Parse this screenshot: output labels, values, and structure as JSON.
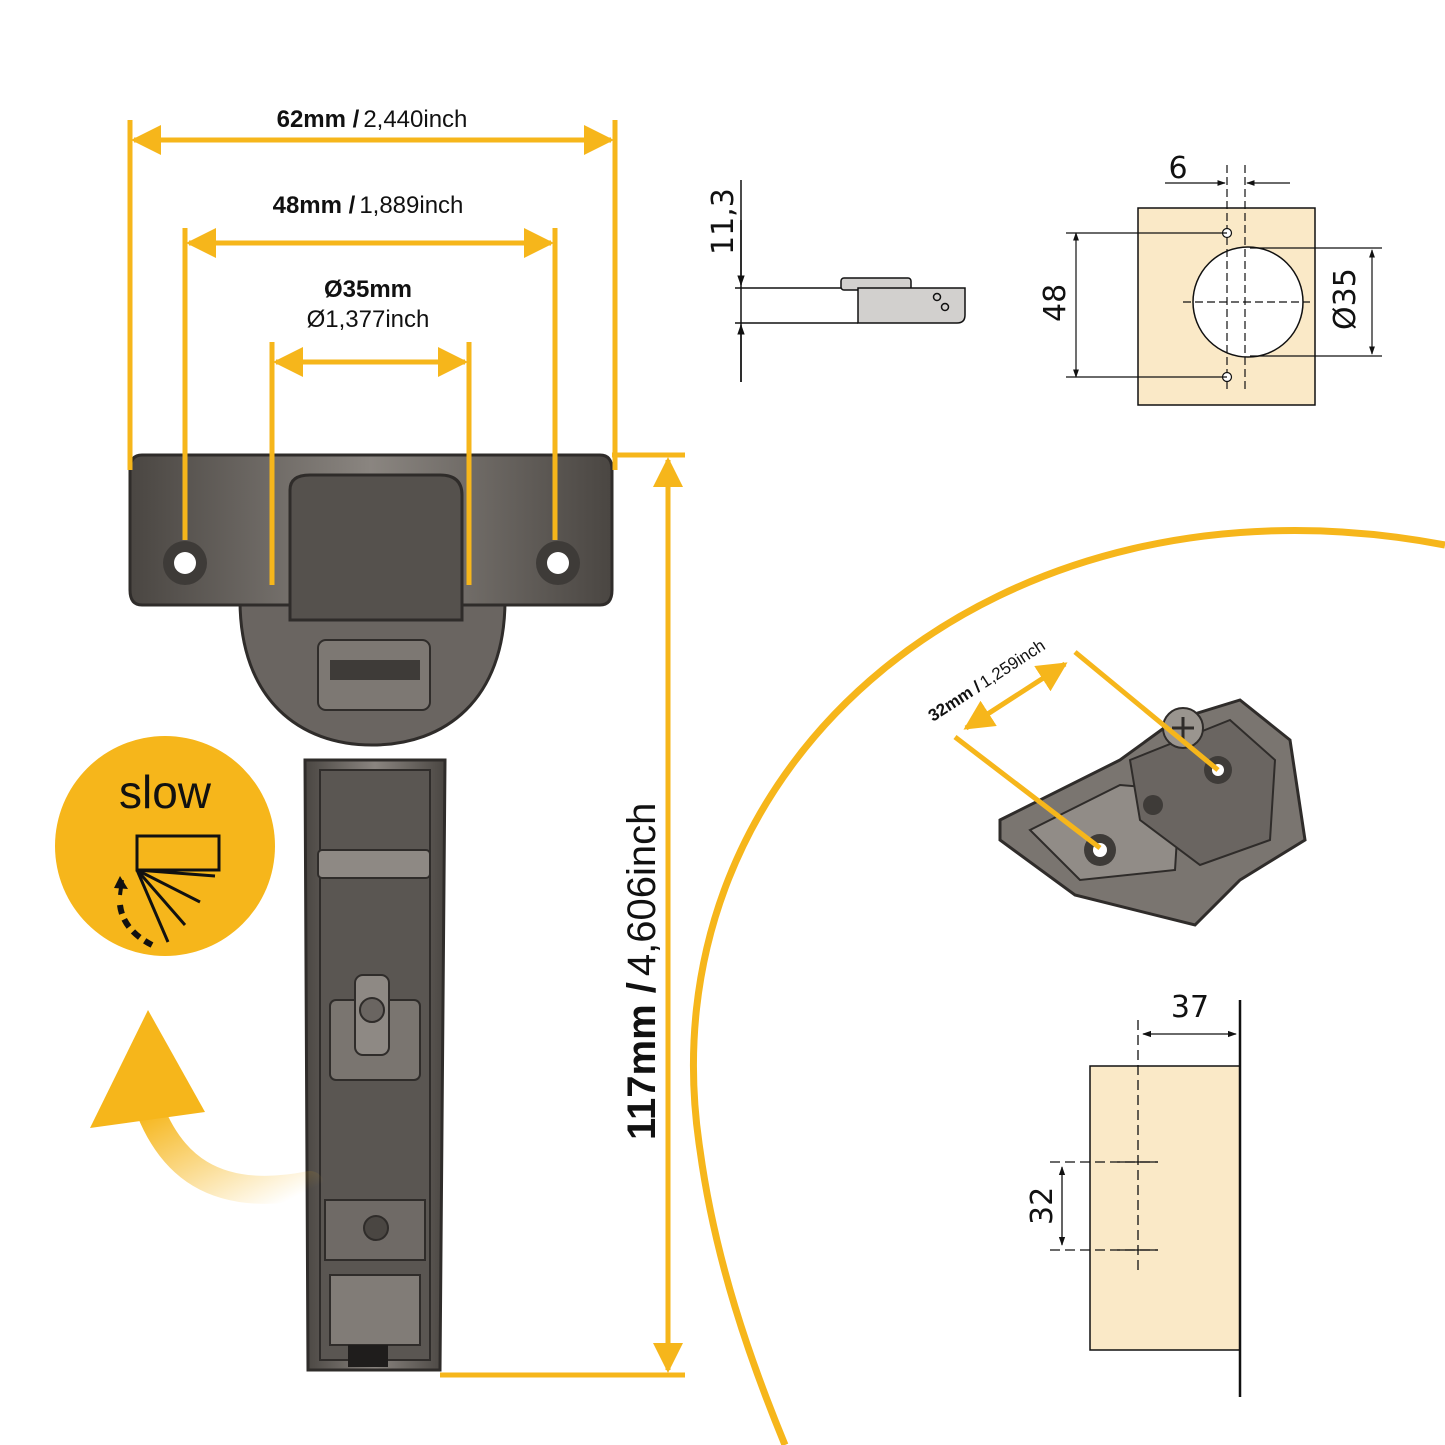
{
  "colors": {
    "accent": "#f6b61b",
    "metal": "#6e6a66",
    "metal_dark": "#3e3b38",
    "plate_fill": "#fae9c7"
  },
  "hinge_dimensions": {
    "width_62": {
      "bold": "62mm /",
      "thin": "2,440inch"
    },
    "width_48": {
      "bold": "48mm /",
      "thin": "1,889inch"
    },
    "cup_35": {
      "bold": "Ø35mm",
      "thin": "Ø1,377inch"
    },
    "height_117": {
      "bold": "117mm /",
      "thin": "4,606inch"
    }
  },
  "slow_badge": {
    "text": "slow",
    "icon": "soft-close-door-icon"
  },
  "side_drawing": {
    "depth": "11,3"
  },
  "top_drawing": {
    "offset": "6",
    "spacing": "48",
    "diameter": "Ø35"
  },
  "mounting_plate": {
    "bold": "32mm /",
    "thin": "1,259inch"
  },
  "plate_drawing": {
    "edge": "37",
    "spacing": "32"
  }
}
